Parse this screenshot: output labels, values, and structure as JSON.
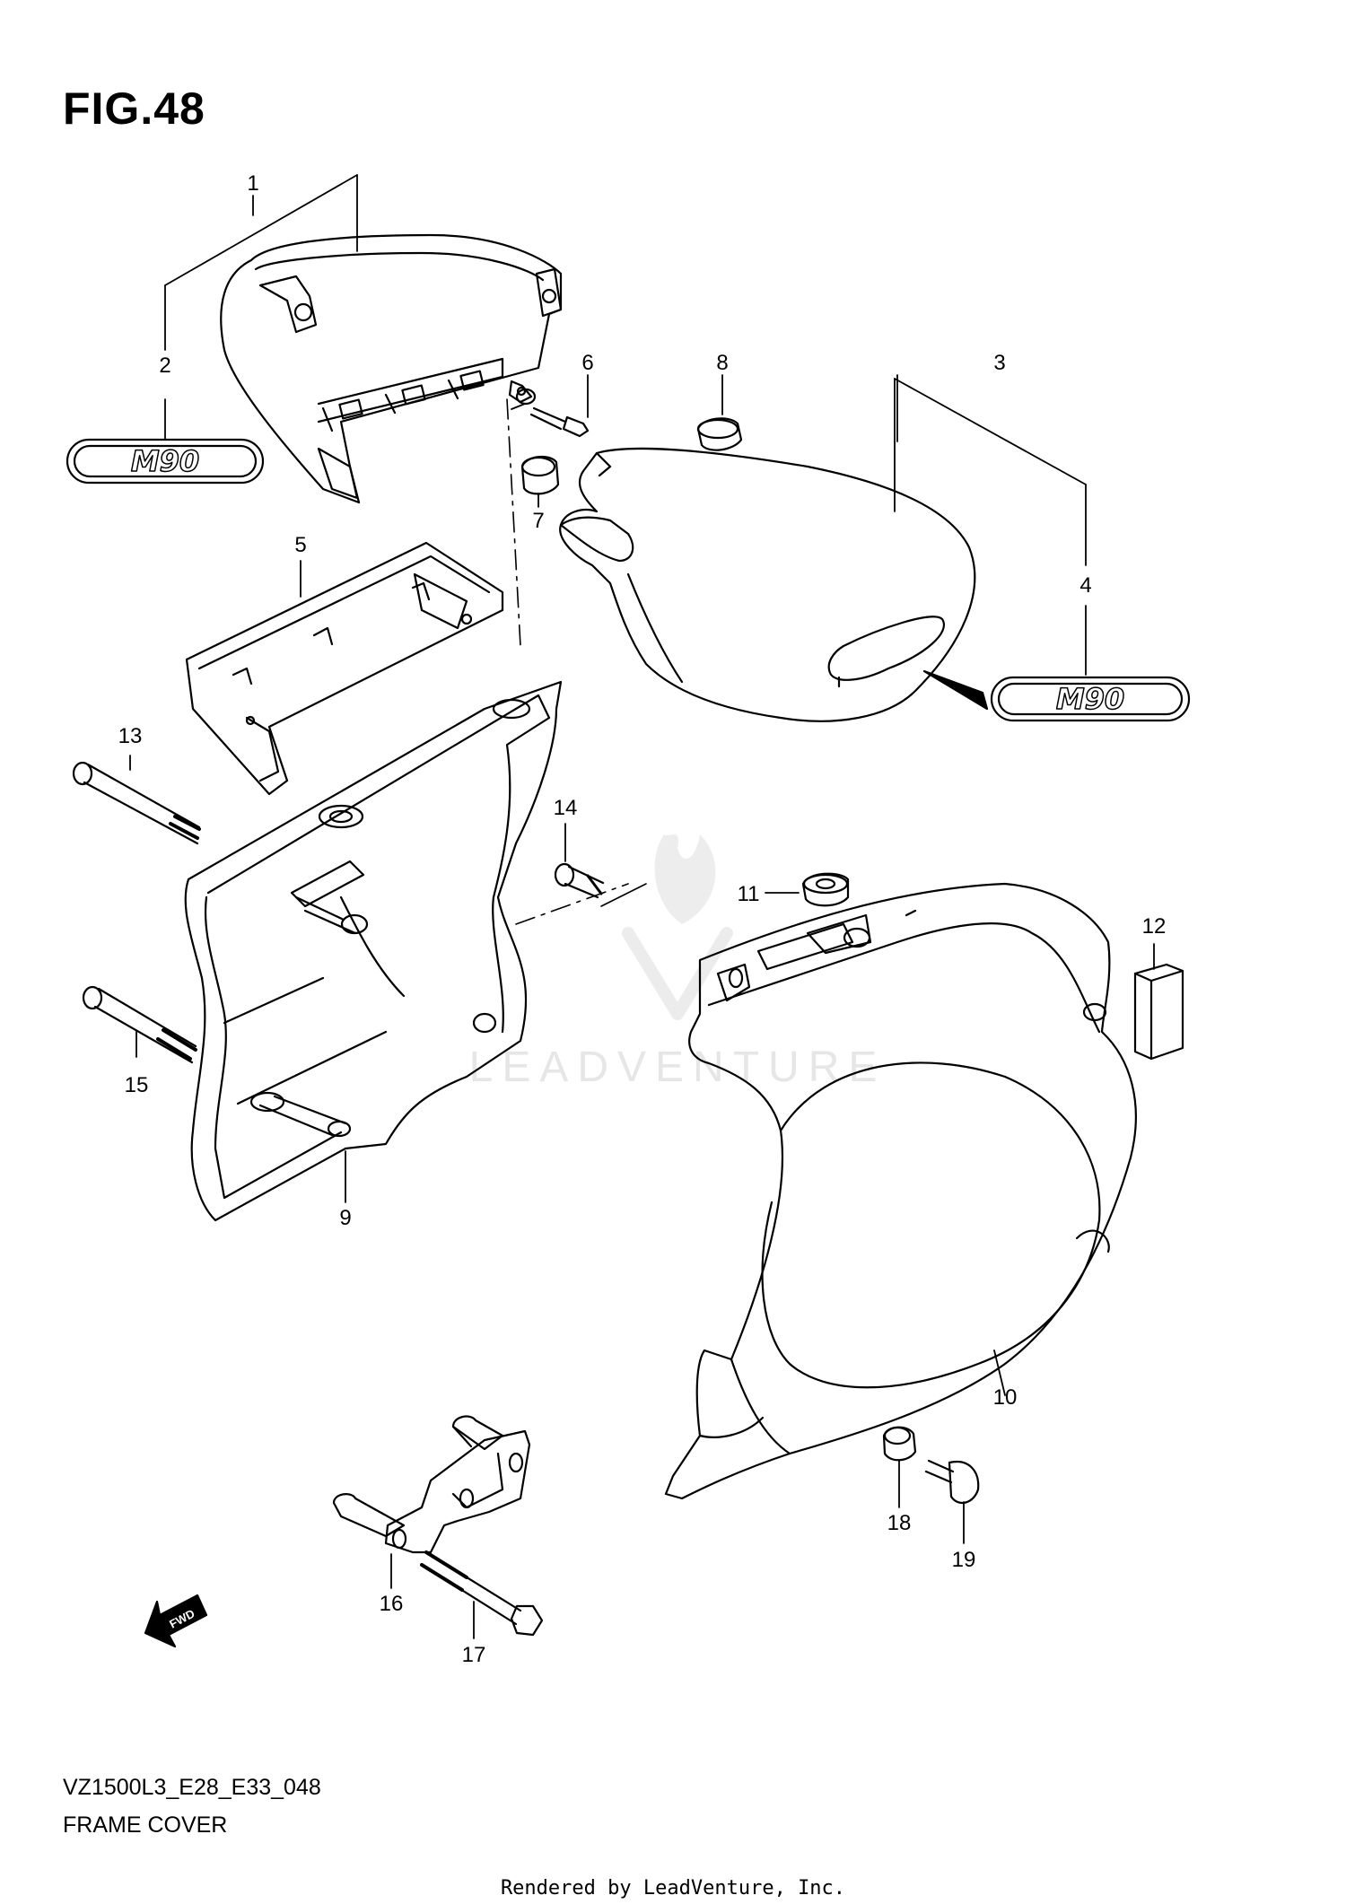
{
  "figure_title": "FIG.48",
  "diagram_code": "VZ1500L3_E28_E33_048",
  "diagram_name": "FRAME COVER",
  "rendered_by": "Rendered by LeadVenture, Inc.",
  "watermark": "LEADVENTURE",
  "emblem_text": "M90",
  "fwd_label": "FWD",
  "callouts": [
    "1",
    "2",
    "3",
    "4",
    "5",
    "6",
    "7",
    "8",
    "9",
    "10",
    "11",
    "12",
    "13",
    "14",
    "15",
    "16",
    "17",
    "18",
    "19"
  ]
}
